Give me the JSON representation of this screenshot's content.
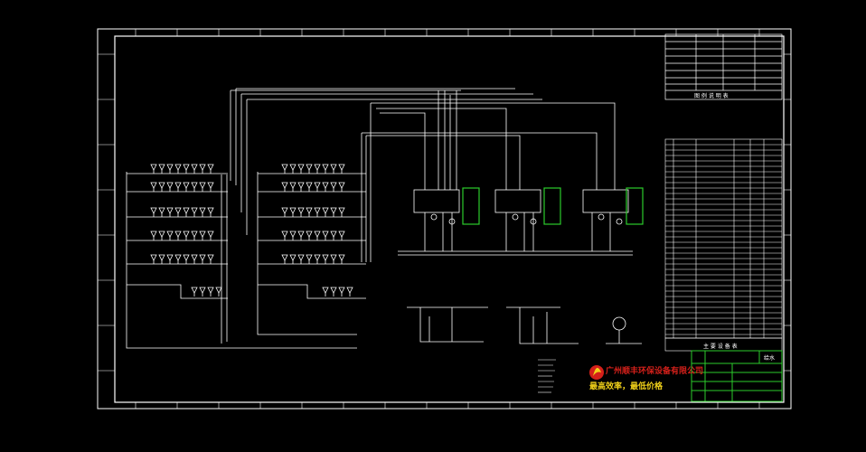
{
  "logo": {
    "company": "广州顺丰环保设备有限公司",
    "slogan": "最高效率，最低价格"
  },
  "legend_table": {
    "title": "图 例 说 明 表"
  },
  "equipment_table": {
    "title": "主 要 设 备 表"
  },
  "title_block": {
    "drawing_no": "给水"
  },
  "colors": {
    "background": "#000000",
    "lines": "#ffffff",
    "accent_green": "#2ccc2c",
    "logo_red": "#d4201a",
    "logo_yellow": "#f2d21a"
  }
}
